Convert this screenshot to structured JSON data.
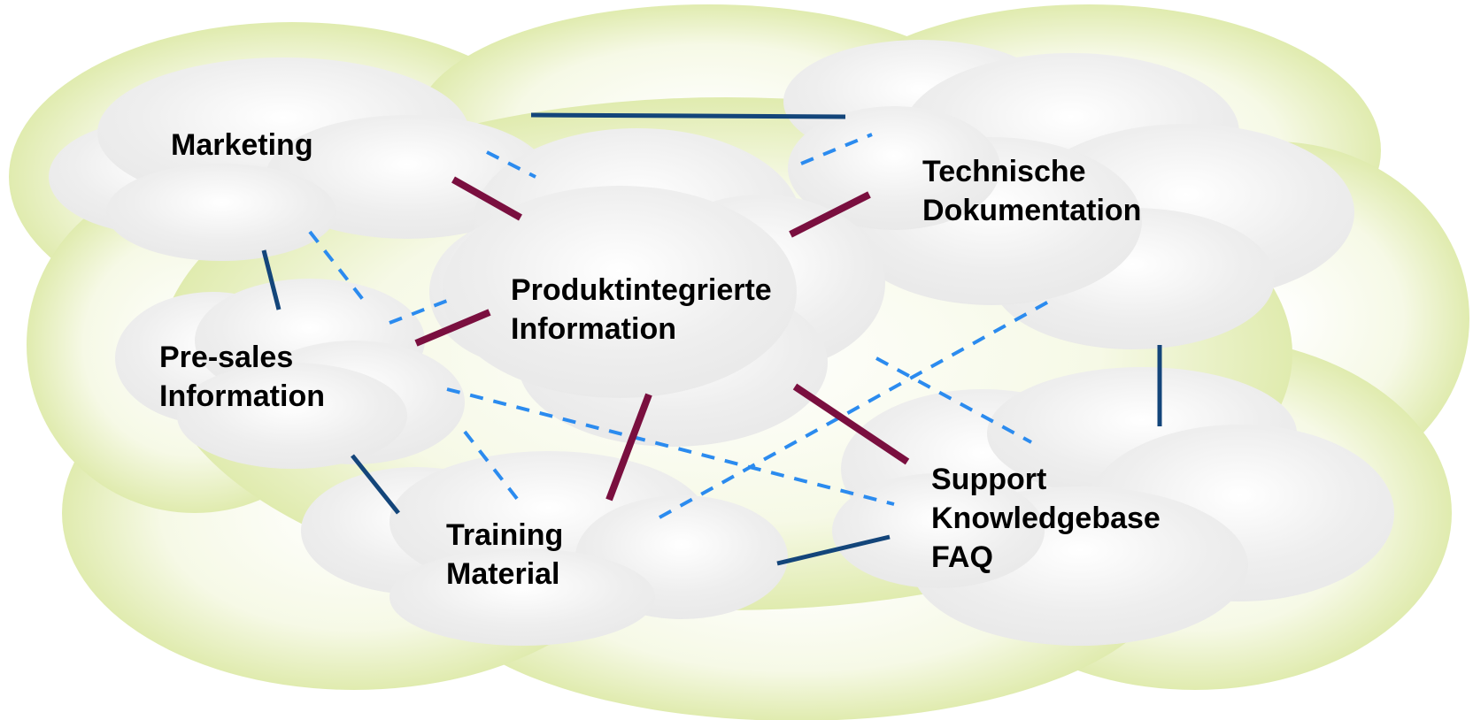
{
  "diagram": {
    "colors": {
      "background_cloud": "#d3e38e",
      "cloud_fill": "#e8e8e8",
      "solid_link": "#13457a",
      "strong_link": "#7a0f3f",
      "dashed_link": "#2b8bef"
    },
    "nodes": {
      "marketing": {
        "lines": [
          "Marketing"
        ]
      },
      "technische": {
        "lines": [
          "Technische",
          "Dokumentation"
        ]
      },
      "produkt": {
        "lines": [
          "Produktintegrierte",
          "Information"
        ]
      },
      "presales": {
        "lines": [
          "Pre-sales",
          "Information"
        ]
      },
      "training": {
        "lines": [
          "Training",
          "Material"
        ]
      },
      "support": {
        "lines": [
          "Support",
          "Knowledgebase",
          "FAQ"
        ]
      }
    }
  }
}
